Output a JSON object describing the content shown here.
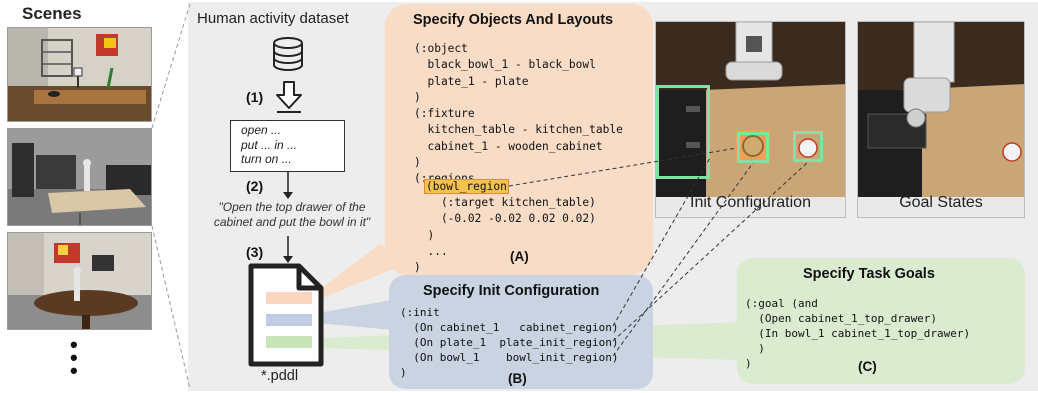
{
  "scenes": {
    "title": "Scenes"
  },
  "flow": {
    "dataset_label": "Human activity dataset",
    "step1": "(1)",
    "commands": "open ...\nput ... in ...\nturn on ...",
    "step2": "(2)",
    "instruction": "\"Open the top drawer of the\ncabinet and put the bowl in it\"",
    "step3": "(3)",
    "file_label": "*.pddl"
  },
  "objects_panel": {
    "title": "Specify Objects And Layouts",
    "code_top": "(:object\n  black_bowl_1 - black_bowl\n  plate_1 - plate\n)\n(:fixture\n  kitchen_table - kitchen_table\n  cabinet_1 - wooden_cabinet\n)\n(:regions",
    "region_name": "(bowl_region",
    "code_bottom": "    (:target kitchen_table)\n    (-0.02 -0.02 0.02 0.02)\n  )\n  ...\n)",
    "label": "(A)"
  },
  "init_panel": {
    "title": "Specify Init Configuration",
    "code": "(:init\n  (On cabinet_1   cabinet_region)\n  (On plate_1  plate_init_region)\n  (On bowl_1    bowl_init_region)\n)",
    "label": "(B)"
  },
  "goal_panel": {
    "title": "Specify Task Goals",
    "code": "(:goal (and\n  (Open cabinet_1_top_drawer)\n  (In bowl_1 cabinet_1_top_drawer)\n  )\n)",
    "label": "(C)"
  },
  "images": {
    "init_caption": "Init Configuration",
    "goal_caption": "Goal States"
  },
  "colors": {
    "orange_panel": "#f9dcc6",
    "blue_panel": "#c9d3e2",
    "green_panel": "#dbebd0",
    "highlight": "#f5c24d",
    "region_box": "#7fe3a6"
  }
}
